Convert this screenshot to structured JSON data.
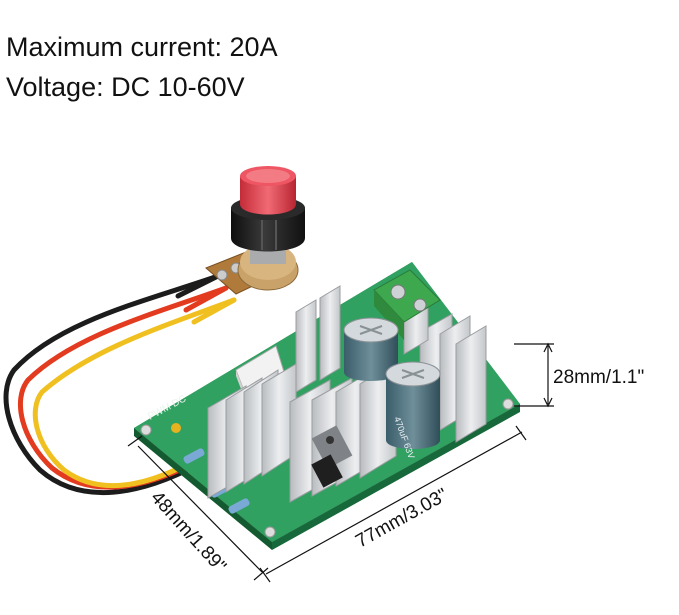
{
  "specs": {
    "max_current": "Maximum current: 20A",
    "voltage": "Voltage: DC 10-60V"
  },
  "dimensions": {
    "height": "28mm/1.1\"",
    "width": "48mm/1.89\"",
    "length": "77mm/3.03\""
  },
  "board_labels": {
    "silkscreen": "PWM DC",
    "capacitor": "470uF 63V"
  },
  "colors": {
    "pcb": "#2e9a5a",
    "heatsink": "#d6d8da",
    "knob_cap": "#e8414e",
    "knob_body": "#1a1a1a",
    "wire_red": "#e33b1f",
    "wire_yellow": "#f0c020",
    "wire_black": "#1c1c1c"
  }
}
